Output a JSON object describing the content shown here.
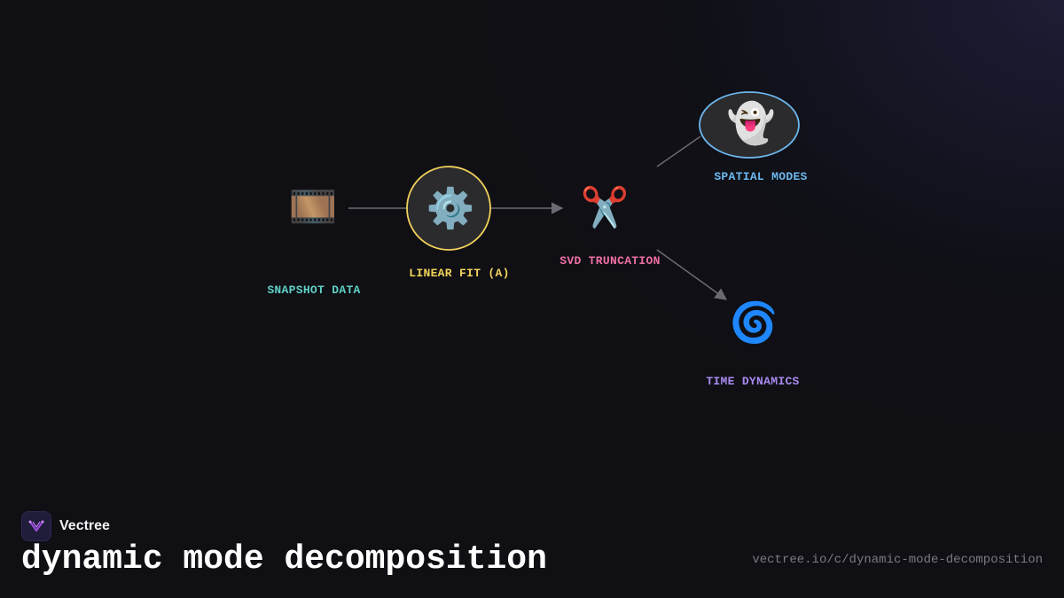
{
  "brand": {
    "name": "Vectree"
  },
  "title": "dynamic mode decomposition",
  "url": "vectree.io/c/dynamic-mode-decomposition",
  "nodes": {
    "snapshot": {
      "label": "SNAPSHOT DATA",
      "icon": "🎞️",
      "icon_name": "film-frames-icon",
      "color": "#5fd0c4"
    },
    "linear_fit": {
      "label": "LINEAR FIT (A)",
      "icon": "⚙️",
      "icon_name": "gear-icon",
      "color": "#f2d35a"
    },
    "svd": {
      "label": "SVD TRUNCATION",
      "icon": "✂️",
      "icon_name": "scissors-icon",
      "color": "#f06fa4"
    },
    "spatial_modes": {
      "label": "SPATIAL MODES",
      "icon": "👻",
      "icon_name": "ghost-icon",
      "color": "#6cb8ee"
    },
    "time_dynamics": {
      "label": "TIME DYNAMICS",
      "icon": "🌀",
      "icon_name": "spiral-icon",
      "color": "#a88af0"
    }
  },
  "colors": {
    "edge": "#6a6a72",
    "node_fill": "#2b2b2e",
    "background": "#0f0f14"
  }
}
